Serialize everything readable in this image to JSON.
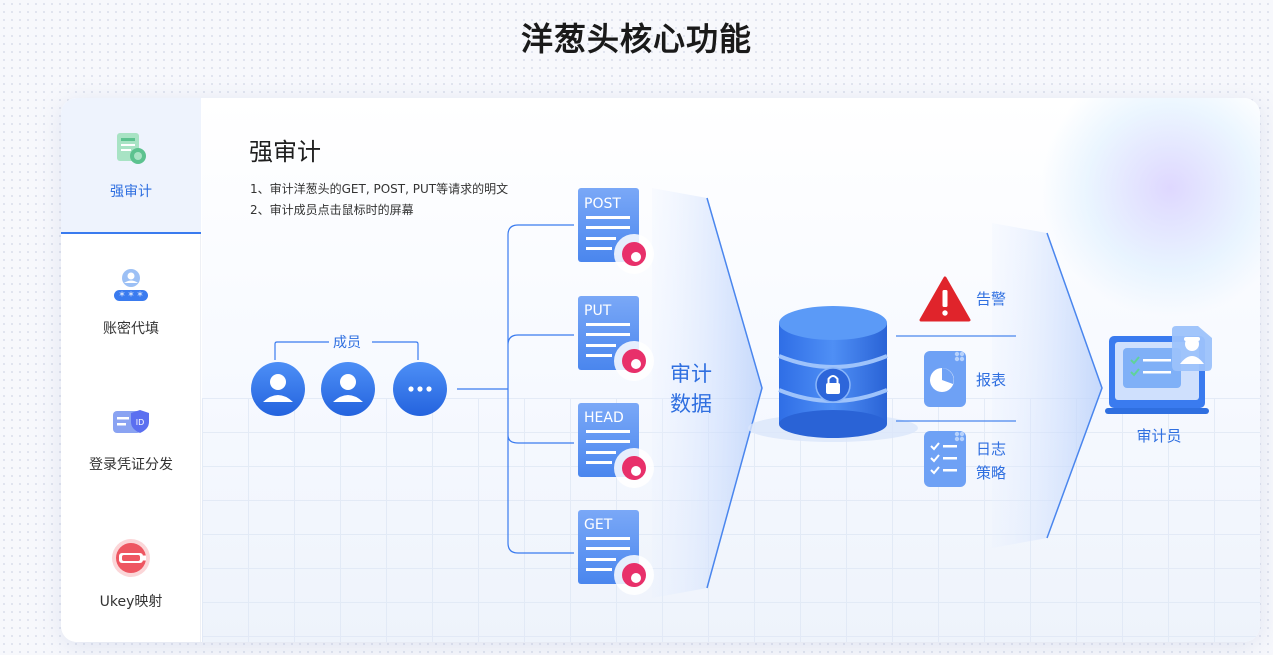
{
  "page": {
    "title": "洋葱头核心功能"
  },
  "sidebar": {
    "items": [
      {
        "label": "强审计",
        "icon": "document-audit-icon",
        "active": true
      },
      {
        "label": "账密代填",
        "icon": "user-password-icon",
        "active": false
      },
      {
        "label": "登录凭证分发",
        "icon": "id-card-icon",
        "active": false
      },
      {
        "label": "Ukey映射",
        "icon": "ukey-icon",
        "active": false
      }
    ]
  },
  "main": {
    "title": "强审计",
    "description": [
      "1、审计洋葱头的GET, POST, PUT等请求的明文",
      "2、审计成员点击鼠标时的屏幕"
    ]
  },
  "diagram": {
    "members_label": "成员",
    "requests": [
      "POST",
      "PUT",
      "HEAD",
      "GET"
    ],
    "audit_data": [
      "审计",
      "数据"
    ],
    "outputs": {
      "alert": "告警",
      "report": "报表",
      "log_line1": "日志",
      "log_line2": "策略"
    },
    "auditor_label": "审计员"
  },
  "colors": {
    "accent": "#3a7bef",
    "dark_blue": "#1d5bd8",
    "alert_red": "#e0242b",
    "onion_pink": "#e8306a"
  }
}
